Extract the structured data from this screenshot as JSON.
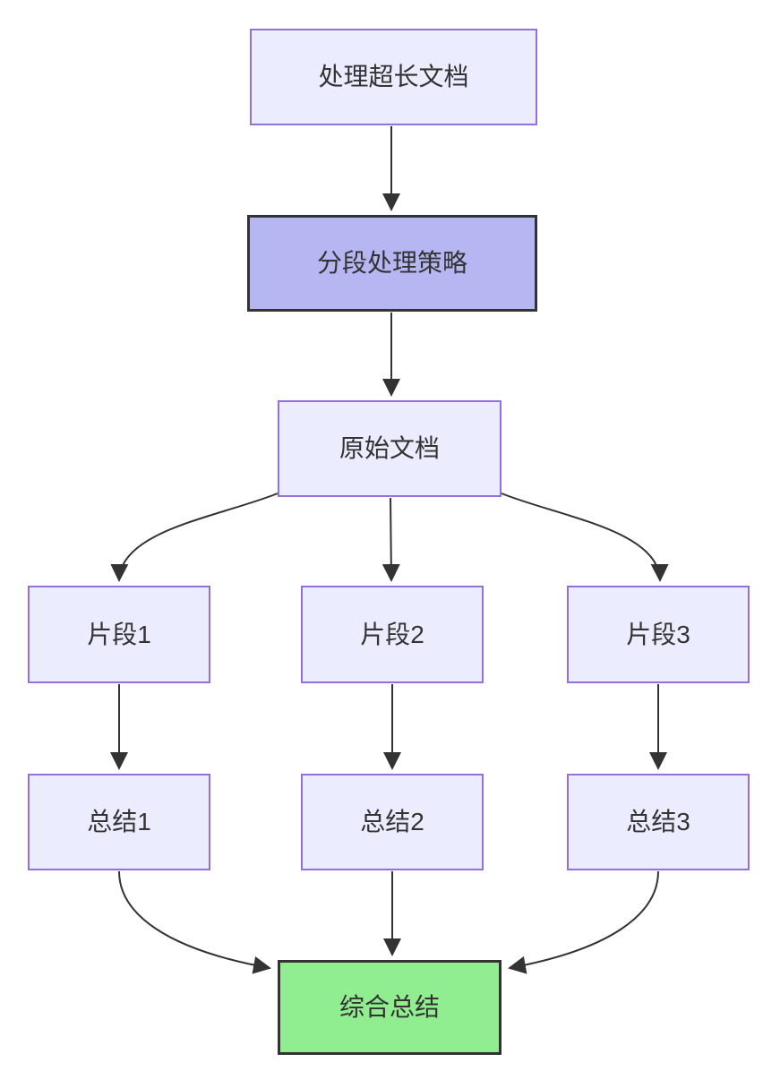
{
  "diagram": {
    "type": "flowchart",
    "direction": "top-down",
    "nodes": {
      "root": {
        "label": "处理超长文档",
        "style": "default"
      },
      "strategy": {
        "label": "分段处理策略",
        "style": "emphasis-purple"
      },
      "source_doc": {
        "label": "原始文档",
        "style": "default"
      },
      "segment1": {
        "label": "片段1",
        "style": "default"
      },
      "segment2": {
        "label": "片段2",
        "style": "default"
      },
      "segment3": {
        "label": "片段3",
        "style": "default"
      },
      "summary1": {
        "label": "总结1",
        "style": "default"
      },
      "summary2": {
        "label": "总结2",
        "style": "default"
      },
      "summary3": {
        "label": "总结3",
        "style": "default"
      },
      "final": {
        "label": "综合总结",
        "style": "emphasis-green"
      }
    },
    "edges": [
      {
        "from": "root",
        "to": "strategy"
      },
      {
        "from": "strategy",
        "to": "source_doc"
      },
      {
        "from": "source_doc",
        "to": "segment1"
      },
      {
        "from": "source_doc",
        "to": "segment2"
      },
      {
        "from": "source_doc",
        "to": "segment3"
      },
      {
        "from": "segment1",
        "to": "summary1"
      },
      {
        "from": "segment2",
        "to": "summary2"
      },
      {
        "from": "segment3",
        "to": "summary3"
      },
      {
        "from": "summary1",
        "to": "final"
      },
      {
        "from": "summary2",
        "to": "final"
      },
      {
        "from": "summary3",
        "to": "final"
      }
    ],
    "colors": {
      "node_fill": "#ECECFF",
      "node_border": "#9370DB",
      "strategy_fill": "#b6b6f2",
      "final_fill": "#90EE90",
      "emphasis_border": "#333333",
      "edge_stroke": "#333333",
      "text": "#333333",
      "background": "#ffffff"
    }
  }
}
